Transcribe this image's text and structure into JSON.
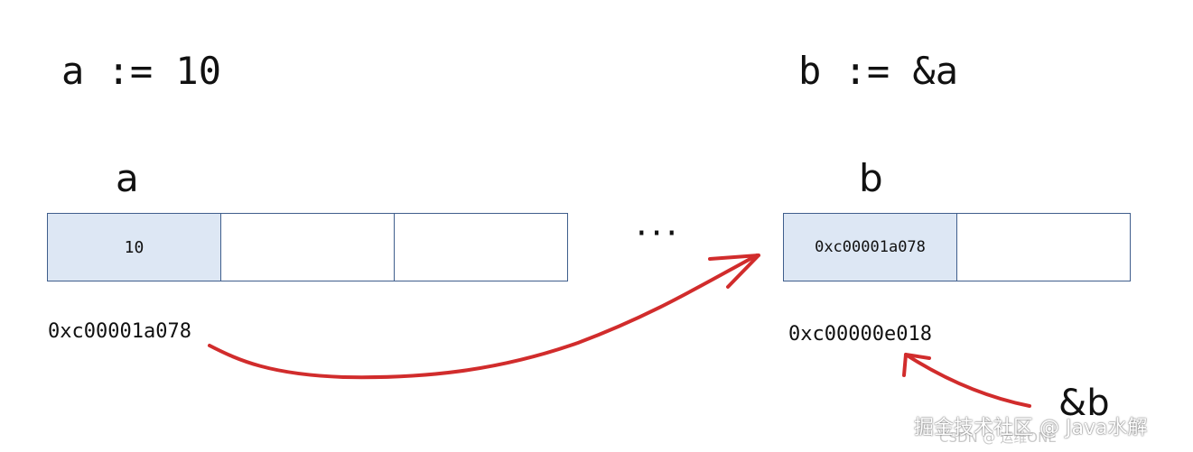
{
  "left": {
    "statement": "a := 10",
    "var_label": "a",
    "cells": [
      "10",
      "",
      ""
    ],
    "address": "0xc00001a078"
  },
  "right": {
    "statement": "b := &a",
    "var_label": "b",
    "cells": [
      "0xc00001a078",
      ""
    ],
    "address": "0xc00000e018"
  },
  "ellipsis": "···",
  "ref_label": "&b",
  "watermark": "掘金技术社区 @ Java水解",
  "watermark_faint": "CSDN @ 运维ONE",
  "colors": {
    "cell_border": "#3f5e8c",
    "cell_highlight": "#dde7f4",
    "arrow": "#d12c2c"
  }
}
